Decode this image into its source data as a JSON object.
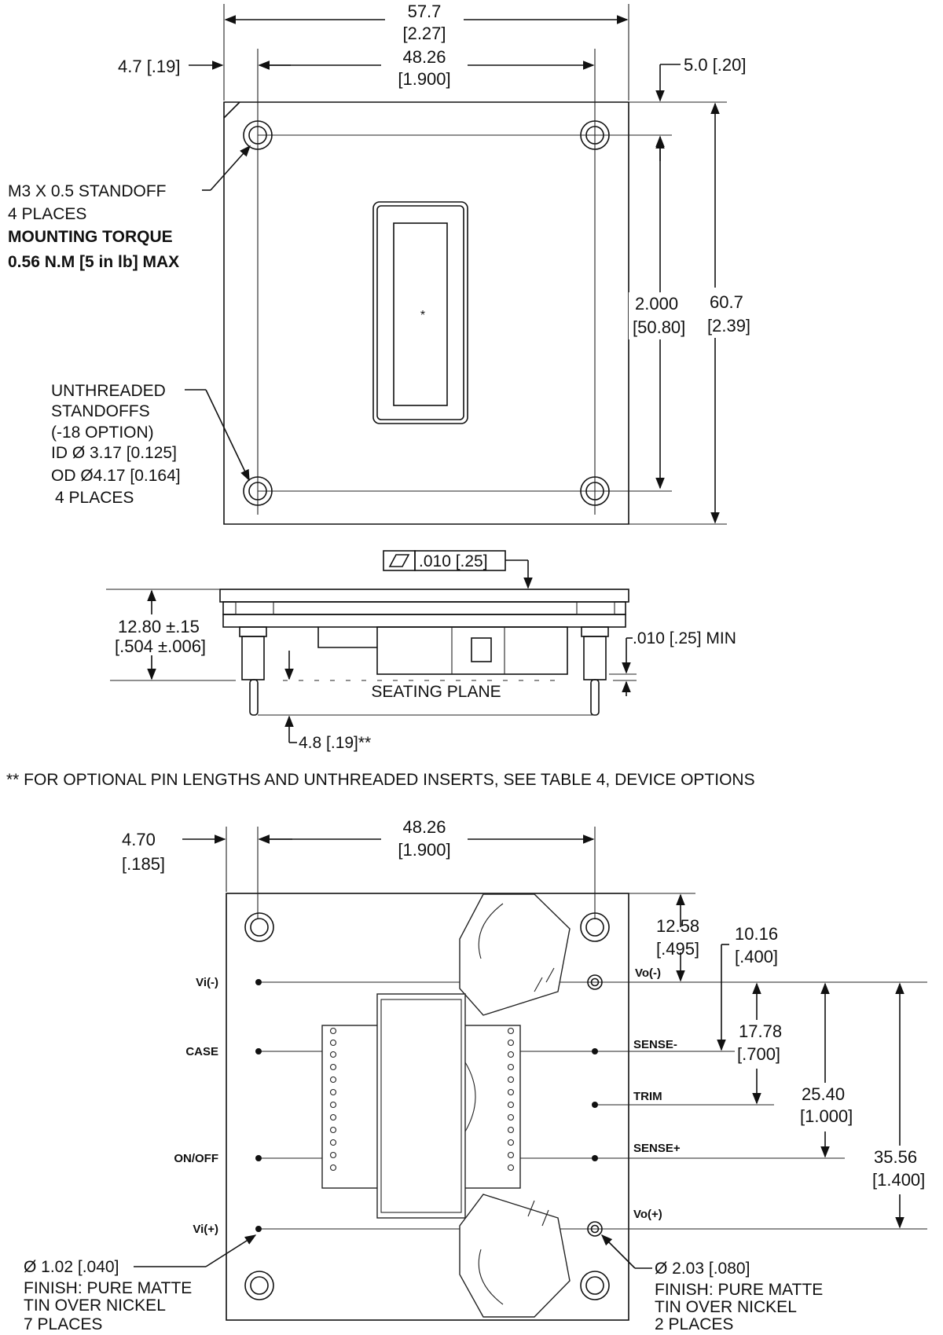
{
  "top_view": {
    "overall_width_mm": "57.7",
    "overall_width_in": "[2.27]",
    "edge_offset": "4.7 [.19]",
    "hole_spacing_mm": "48.26",
    "hole_spacing_in": "[1.900]",
    "top_offset": "5.0 [.20]",
    "vertical_spacing_in": "2.000",
    "vertical_spacing_mm": "[50.80]",
    "overall_height_mm": "60.7",
    "overall_height_in": "[2.39]",
    "center_mark": "*",
    "standoff_note": [
      "M3 X 0.5  STANDOFF",
      "4 PLACES",
      "MOUNTING TORQUE",
      "0.56 N.M [5 in lb] MAX"
    ],
    "unthreaded_note": [
      "UNTHREADED",
      "STANDOFFS",
      "(-18 OPTION)",
      "ID Ø 3.17 [0.125]",
      "OD Ø4.17 [0.164]",
      "4 PLACES"
    ]
  },
  "side_view": {
    "flatness": ".010  [.25]",
    "height_nominal": "12.80 ±.15",
    "height_in": "[.504 ±.006]",
    "clearance": ".010 [.25] MIN",
    "seating_plane": "SEATING  PLANE",
    "pin_length": "4.8 [.19]**"
  },
  "footnote": "** FOR OPTIONAL PIN LENGTHS AND UNTHREADED INSERTS, SEE TABLE 4, DEVICE OPTIONS",
  "bottom_view": {
    "edge_offset_mm": "4.70",
    "edge_offset_in": "[.185]",
    "hole_spacing_mm": "48.26",
    "hole_spacing_in": "[1.900]",
    "dim_12_58": "12.58",
    "dim_495": "[.495]",
    "dim_10_16": "10.16",
    "dim_400": "[.400]",
    "dim_17_78": "17.78",
    "dim_700": "[.700]",
    "dim_25_40": "25.40",
    "dim_1000": "[1.000]",
    "dim_35_56": "35.56",
    "dim_1400": "[1.400]",
    "pins_left": [
      "Vi(-)",
      "CASE",
      "ON/OFF",
      "Vi(+)"
    ],
    "pins_right": [
      "Vo(-)",
      "SENSE-",
      "TRIM",
      "SENSE+",
      "Vo(+)"
    ],
    "pin_note_small": [
      "Ø 1.02 [.040]",
      "FINISH: PURE MATTE",
      "TIN OVER NICKEL",
      "7 PLACES"
    ],
    "pin_note_large": [
      "Ø 2.03 [.080]",
      "FINISH: PURE MATTE",
      "TIN OVER NICKEL",
      "2 PLACES"
    ]
  }
}
